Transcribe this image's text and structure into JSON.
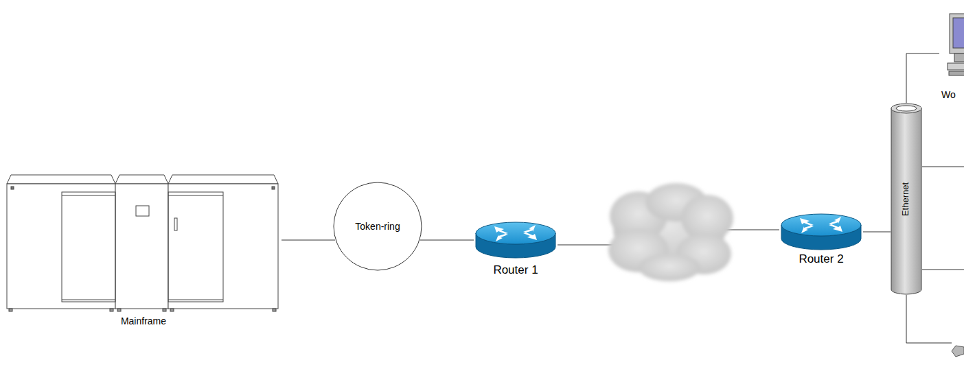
{
  "diagram": {
    "nodes": [
      {
        "text": [
          "Mainframe"
        ]
      },
      {
        "text": [
          "Token-ring"
        ]
      },
      {
        "text": [
          "Router 1"
        ]
      },
      {
        "text": [
          "Router 2"
        ]
      },
      {
        "text": [
          "Ethernet"
        ]
      },
      {
        "text": [
          "Wo"
        ]
      }
    ],
    "edges": [
      {
        "from": 0,
        "to": 1,
        "arrow": "none"
      },
      {
        "from": 1,
        "to": 2,
        "arrow": "none"
      },
      {
        "from": 2,
        "to": 3,
        "arrow": "none"
      },
      {
        "from": 3,
        "to": 4,
        "arrow": "none"
      },
      {
        "from": 4,
        "to": 5,
        "arrow": "none"
      }
    ]
  }
}
